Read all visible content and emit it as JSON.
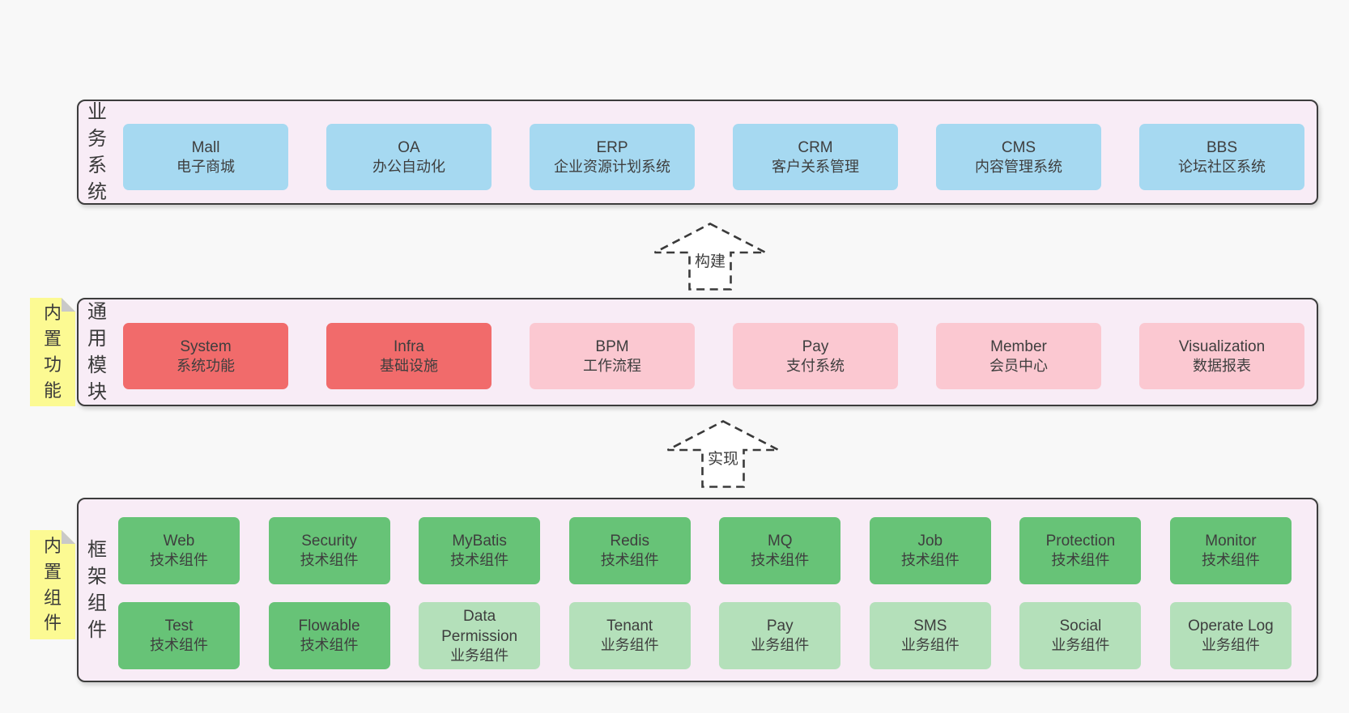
{
  "colors": {
    "page_bg": "#f8f8f8",
    "panel_bg": "#f8ecf6",
    "panel_border": "#3c3c3c",
    "box_blue": "#a6d9f1",
    "box_red": "#f16b6b",
    "box_pink": "#fbc8d1",
    "box_green": "#67c377",
    "box_light_green": "#b4e0ba",
    "sticky_yellow": "#fcfa93",
    "sticky_fold_gray": "#c9c9c9",
    "text": "#3e3e3e"
  },
  "sticky_notes": [
    {
      "label": "内置功能"
    },
    {
      "label": "内置组件"
    }
  ],
  "arrows": [
    {
      "label": "构建"
    },
    {
      "label": "实现"
    }
  ],
  "panels": {
    "business": {
      "label": "业务系统",
      "boxes": [
        {
          "en": "Mall",
          "cn": "电子商城"
        },
        {
          "en": "OA",
          "cn": "办公自动化"
        },
        {
          "en": "ERP",
          "cn": "企业资源计划系统"
        },
        {
          "en": "CRM",
          "cn": "客户关系管理"
        },
        {
          "en": "CMS",
          "cn": "内容管理系统"
        },
        {
          "en": "BBS",
          "cn": "论坛社区系统"
        }
      ]
    },
    "modules": {
      "label": "通用模块",
      "boxes": [
        {
          "en": "System",
          "cn": "系统功能"
        },
        {
          "en": "Infra",
          "cn": "基础设施"
        },
        {
          "en": "BPM",
          "cn": "工作流程"
        },
        {
          "en": "Pay",
          "cn": "支付系统"
        },
        {
          "en": "Member",
          "cn": "会员中心"
        },
        {
          "en": "Visualization",
          "cn": "数据报表"
        }
      ]
    },
    "components": {
      "label": "框架组件",
      "row1": [
        {
          "en": "Web",
          "cn": "技术组件"
        },
        {
          "en": "Security",
          "cn": "技术组件"
        },
        {
          "en": "MyBatis",
          "cn": "技术组件"
        },
        {
          "en": "Redis",
          "cn": "技术组件"
        },
        {
          "en": "MQ",
          "cn": "技术组件"
        },
        {
          "en": "Job",
          "cn": "技术组件"
        },
        {
          "en": "Protection",
          "cn": "技术组件"
        },
        {
          "en": "Monitor",
          "cn": "技术组件"
        }
      ],
      "row2": [
        {
          "en": "Test",
          "cn": "技术组件"
        },
        {
          "en": "Flowable",
          "cn": "技术组件"
        },
        {
          "en": "Data Permission",
          "cn": "业务组件"
        },
        {
          "en": "Tenant",
          "cn": "业务组件"
        },
        {
          "en": "Pay",
          "cn": "业务组件"
        },
        {
          "en": "SMS",
          "cn": "业务组件"
        },
        {
          "en": "Social",
          "cn": "业务组件"
        },
        {
          "en": "Operate Log",
          "cn": "业务组件"
        }
      ]
    }
  }
}
